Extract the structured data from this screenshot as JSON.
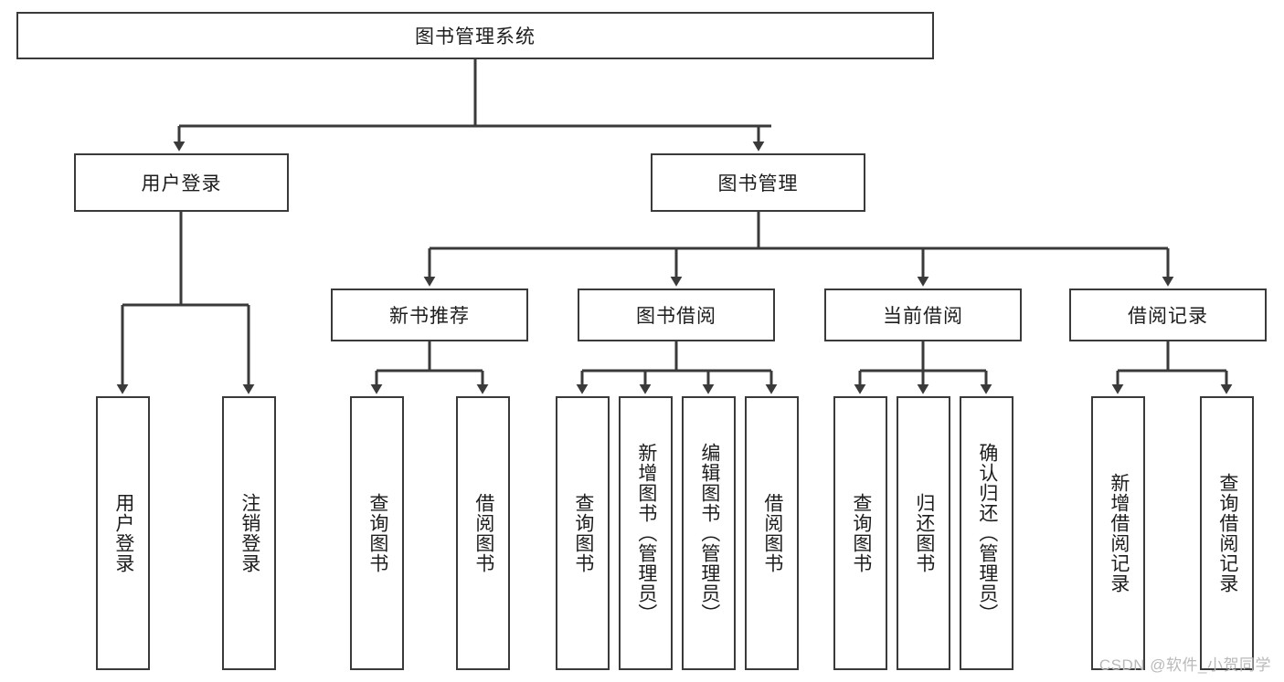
{
  "diagram": {
    "title": "图书管理系统",
    "type": "tree",
    "watermark": "CSDN @软件_小贺同学",
    "colors": {
      "box_border": "#3a3a3a",
      "box_fill": "#ffffff",
      "connector": "#3a3a3a",
      "text": "#1d1d1d",
      "watermark": "#b9b9b9",
      "background": "#ffffff"
    },
    "root": {
      "label": "图书管理系统"
    },
    "level2": [
      {
        "label": "用户登录"
      },
      {
        "label": "图书管理"
      }
    ],
    "level3": [
      {
        "label": "新书推荐"
      },
      {
        "label": "图书借阅"
      },
      {
        "label": "当前借阅"
      },
      {
        "label": "借阅记录"
      }
    ],
    "leaves": {
      "user_login": [
        {
          "label": "用户登录"
        },
        {
          "label": "注销登录"
        }
      ],
      "new_book_recommend": [
        {
          "label": "查询图书"
        },
        {
          "label": "借阅图书"
        }
      ],
      "book_borrow": [
        {
          "label": "查询图书"
        },
        {
          "label": "新增图书（管理员）"
        },
        {
          "label": "编辑图书（管理员）"
        },
        {
          "label": "借阅图书"
        }
      ],
      "current_borrow": [
        {
          "label": "查询图书"
        },
        {
          "label": "归还图书"
        },
        {
          "label": "确认归还（管理员）"
        }
      ],
      "borrow_record": [
        {
          "label": "新增借阅记录"
        },
        {
          "label": "查询借阅记录"
        }
      ]
    }
  }
}
